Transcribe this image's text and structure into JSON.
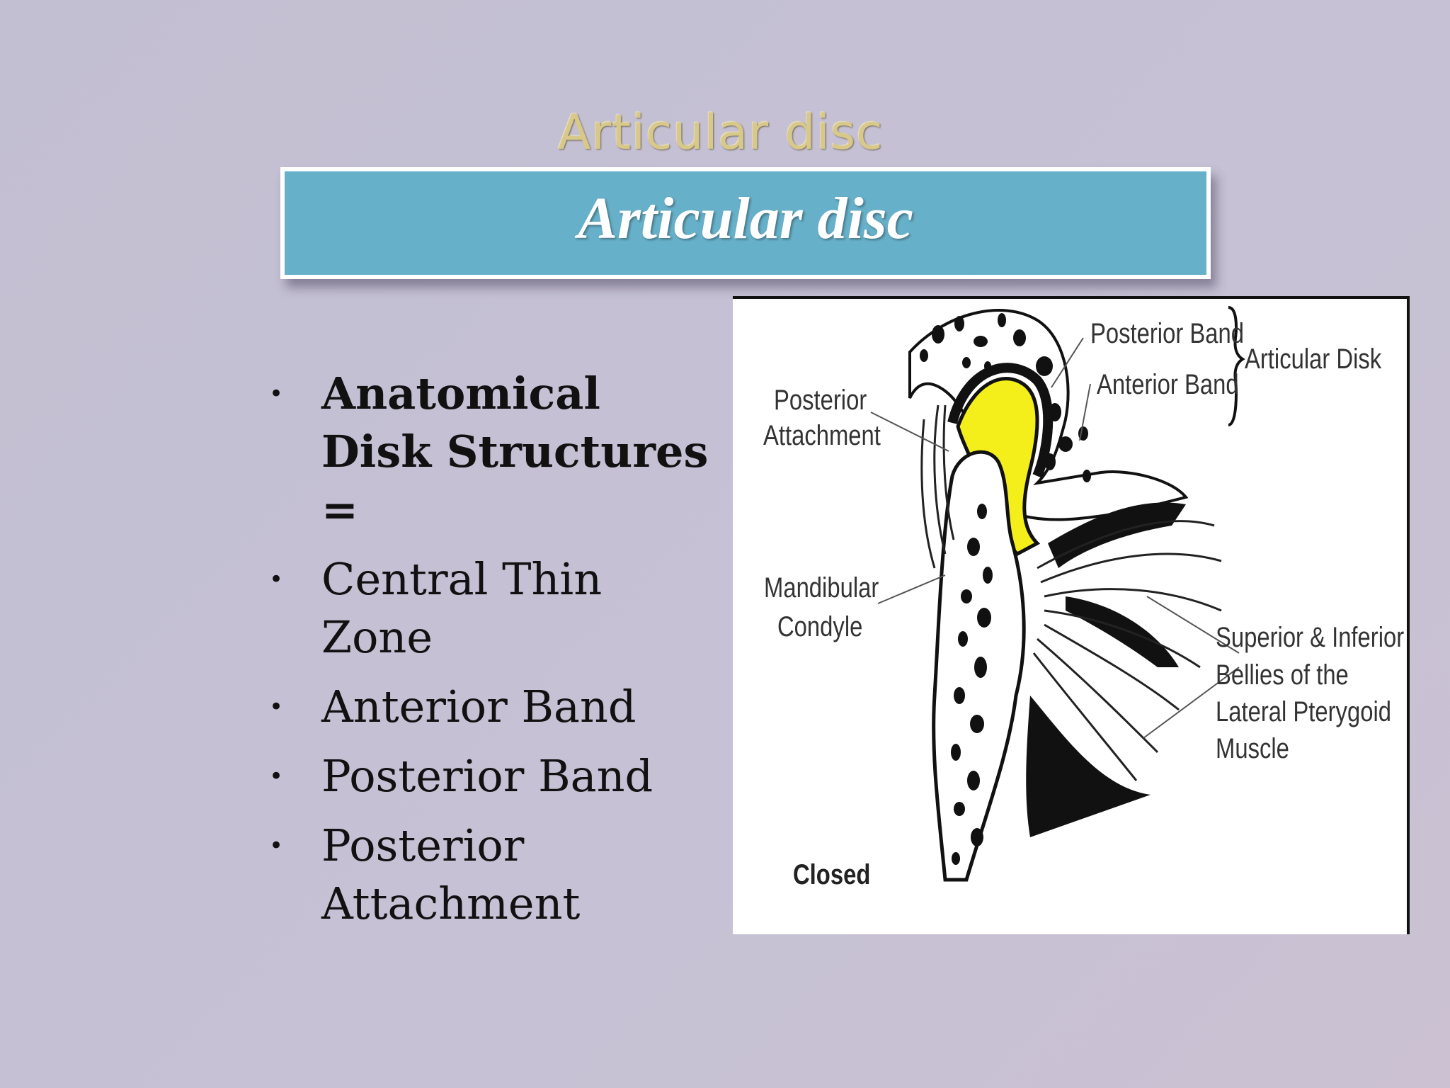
{
  "slide": {
    "ghost_title": "Articular disc",
    "title": "Articular disc",
    "bullets": [
      {
        "text": "Anatomical Disk Structures  =",
        "bold": true
      },
      {
        "text": "Central  Thin Zone",
        "bold": false
      },
      {
        "text": "Anterior Band",
        "bold": false
      },
      {
        "text": "Posterior Band",
        "bold": false
      },
      {
        "text": "Posterior Attachment",
        "bold": false
      }
    ],
    "bullet_glyph": "•"
  },
  "diagram": {
    "labels": {
      "posterior_band": "Posterior Band",
      "anterior_band": "Anterior Band",
      "articular_disk": "Articular Disk",
      "posterior_attachment_1": "Posterior",
      "posterior_attachment_2": "Attachment",
      "mandibular_condyle_1": "Mandibular",
      "mandibular_condyle_2": "Condyle",
      "muscle_1": "Superior & Inferior",
      "muscle_2": "Bellies of the",
      "muscle_3": "Lateral Pterygoid",
      "muscle_4": "Muscle",
      "closed": "Closed"
    },
    "colors": {
      "disc": "#f4ee1a",
      "bone": "#111111"
    }
  }
}
